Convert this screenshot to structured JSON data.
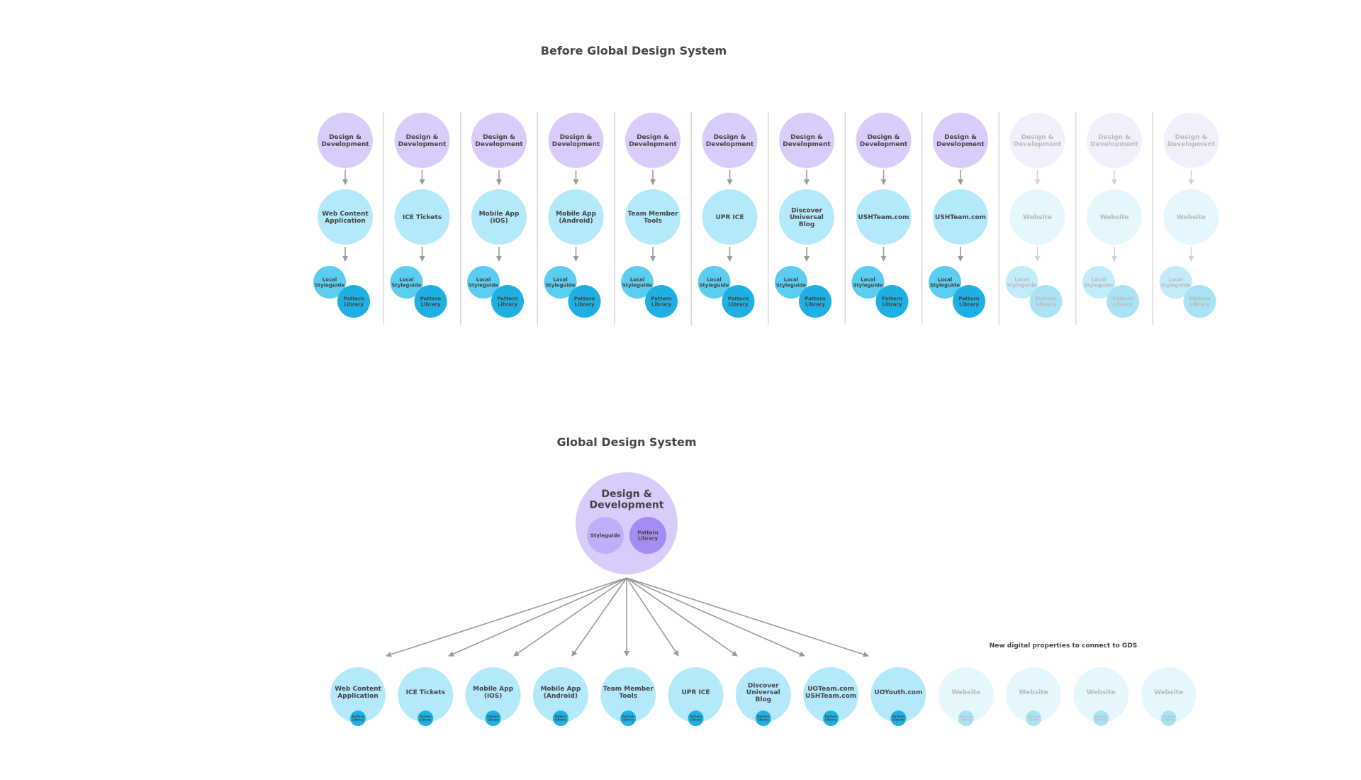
{
  "diagram_data": {
    "before": {
      "title": "Before Global Design System",
      "columns": [
        {
          "team": "Design & Development",
          "property": "Web Content Application",
          "styleguide": "Local Styleguide",
          "library": "Pattern Library",
          "faded": false
        },
        {
          "team": "Design & Development",
          "property": "ICE Tickets",
          "styleguide": "Local Styleguide",
          "library": "Pattern Library",
          "faded": false
        },
        {
          "team": "Design & Development",
          "property": "Mobile App (iOS)",
          "styleguide": "Local Styleguide",
          "library": "Pattern Library",
          "faded": false
        },
        {
          "team": "Design & Development",
          "property": "Mobile App (Android)",
          "styleguide": "Local Styleguide",
          "library": "Pattern Library",
          "faded": false
        },
        {
          "team": "Design & Development",
          "property": "Team Member Tools",
          "styleguide": "Local Styleguide",
          "library": "Pattern Library",
          "faded": false
        },
        {
          "team": "Design & Development",
          "property": "UPR ICE",
          "styleguide": "Local Styleguide",
          "library": "Pattern Library",
          "faded": false
        },
        {
          "team": "Design & Development",
          "property": "Discover Universal Blog",
          "styleguide": "Local Styleguide",
          "library": "Pattern Library",
          "faded": false
        },
        {
          "team": "Design & Development",
          "property": "USHTeam.com",
          "styleguide": "Local Styleguide",
          "library": "Pattern Library",
          "faded": false
        },
        {
          "team": "Design & Development",
          "property": "USHTeam.com",
          "styleguide": "Local Styleguide",
          "library": "Pattern Library",
          "faded": false
        },
        {
          "team": "Design & Development",
          "property": "Website",
          "styleguide": "Local Styleguide",
          "library": "Pattern Library",
          "faded": true
        },
        {
          "team": "Design & Development",
          "property": "Website",
          "styleguide": "Local Styleguide",
          "library": "Pattern Library",
          "faded": true
        },
        {
          "team": "Design & Development",
          "property": "Website",
          "styleguide": "Local Styleguide",
          "library": "Pattern Library",
          "faded": true
        }
      ]
    },
    "after": {
      "title": "Global Design System",
      "hub": {
        "team": "Design & Development",
        "styleguide": "Styleguide",
        "library": "Pattern Library"
      },
      "note": "New digital properties to connect to GDS",
      "properties": [
        {
          "name": "Web Content Application",
          "library": "Pattern Library",
          "faded": false
        },
        {
          "name": "ICE Tickets",
          "library": "Pattern Library",
          "faded": false
        },
        {
          "name": "Mobile App (iOS)",
          "library": "Pattern Library",
          "faded": false
        },
        {
          "name": "Mobile App (Android)",
          "library": "Pattern Library",
          "faded": false
        },
        {
          "name": "Team Member Tools",
          "library": "Pattern Library",
          "faded": false
        },
        {
          "name": "UPR ICE",
          "library": "Pattern Library",
          "faded": false
        },
        {
          "name": "Discover Universal Blog",
          "library": "Pattern Library",
          "faded": false
        },
        {
          "name": "UOTeam.com USHTeam.com",
          "library": "Pattern Library",
          "faded": false
        },
        {
          "name": "UOYouth.com",
          "library": "Pattern Library",
          "faded": false
        },
        {
          "name": "Website",
          "library": "Pattern Library",
          "faded": true
        },
        {
          "name": "Website",
          "library": "Pattern Library",
          "faded": true
        },
        {
          "name": "Website",
          "library": "Pattern Library",
          "faded": true
        },
        {
          "name": "Website",
          "library": "Pattern Library",
          "faded": true
        }
      ]
    },
    "colors": {
      "team": "#d9ccfa",
      "team_faded": "#f2effd",
      "property": "#b4e9fb",
      "property_faded": "#e5f7fd",
      "styleguide": "#5bcdf0",
      "styleguide_faded": "#c3ecf9",
      "library": "#1eb0e3",
      "library_faded": "#a9e2f4",
      "hub": "#d8ccfb",
      "hub_styleguide": "#bfaef8",
      "hub_library": "#a58cf2",
      "arrow": "#9a9a9a",
      "arrow_faded": "#d2d2d2",
      "divider": "#cfcfcf",
      "text": "#444444",
      "text_faded": "#b9b9b9"
    }
  }
}
